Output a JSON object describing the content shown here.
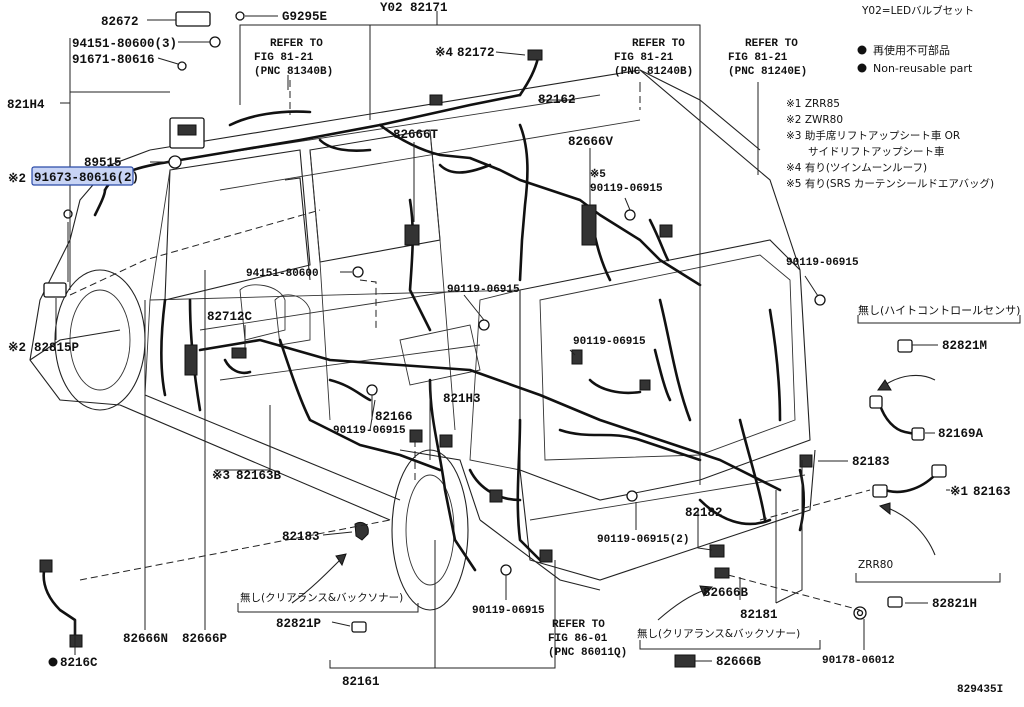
{
  "header": {
    "top_center": "Y02 82171",
    "top_right": "Y02=LEDバルブセット"
  },
  "legend": {
    "jp": "再使用不可部品",
    "en": "Non-reusable part"
  },
  "notes": [
    "※1 ZRR85",
    "※2 ZWR80",
    "※3 助手席リフトアップシート車 OR",
    "サイドリフトアップシート車",
    "※4 有り(ツインムーンルーフ)",
    "※5 有り(SRS カーテンシールドエアバッグ)"
  ],
  "refs": [
    {
      "l1": "REFER TO",
      "l2": "FIG 81-21",
      "l3": "(PNC 81340B)"
    },
    {
      "l1": "REFER TO",
      "l2": "FIG 81-21",
      "l3": "(PNC 81240B)"
    },
    {
      "l1": "REFER TO",
      "l2": "FIG 81-21",
      "l3": "(PNC 81240E)"
    },
    {
      "l1": "REFER TO",
      "l2": "FIG 86-01",
      "l3": "(PNC 86011Q)"
    }
  ],
  "labels": {
    "p82672": "82672",
    "g9295e": "G9295E",
    "p94151_3": "94151-80600(3)",
    "p91671": "91671-80616",
    "p821h4": "821H4",
    "p89515": "89515",
    "p91673_mark": "※2",
    "p91673": "91673-80616(2)",
    "p82815p_mark": "※2",
    "p82815p": "82815P",
    "p82172_mark": "※4",
    "p82172": "82172",
    "p82162": "82162",
    "p82666t": "82666T",
    "p82666v": "82666V",
    "p5_mark": "※5",
    "p90119_a": "90119-06915",
    "p90119_b": "90119-06915",
    "p94151": "94151-80600",
    "p90119_c": "90119-06915",
    "p82712c": "82712C",
    "p90119_d": "90119-06915",
    "p82821m": "82821M",
    "p821h3": "821H3",
    "p82166": "82166",
    "p90119_e": "90119-06915",
    "p82169a": "82169A",
    "p82163b_mark": "※3",
    "p82163b": "82163B",
    "p82183_r": "82183",
    "p82163_mark": "※1",
    "p82163": "82163",
    "p82182": "82182",
    "p90119_2": "90119-06915(2)",
    "p82183_l": "82183",
    "p82666b_1": "82666B",
    "zrr80": "ZRR80",
    "nashi_1": "無し(クリアランス&バックソナー)",
    "p82821p": "82821P",
    "p90119_f": "90119-06915",
    "p82181": "82181",
    "p82821h": "82821H",
    "nashi_2": "無し(クリアランス&バックソナー)",
    "p82666b_2": "82666B",
    "p90178": "90178-06012",
    "p82666n": "82666N",
    "p82666p": "82666P",
    "p8216c": "8216C",
    "p82161": "82161",
    "nashi_hc": "無し(ハイトコントロールセンサ)",
    "fig_id": "829435I"
  },
  "colors": {
    "highlight_fill": "#c8d4f5",
    "highlight_stroke": "#2a4aa8"
  }
}
